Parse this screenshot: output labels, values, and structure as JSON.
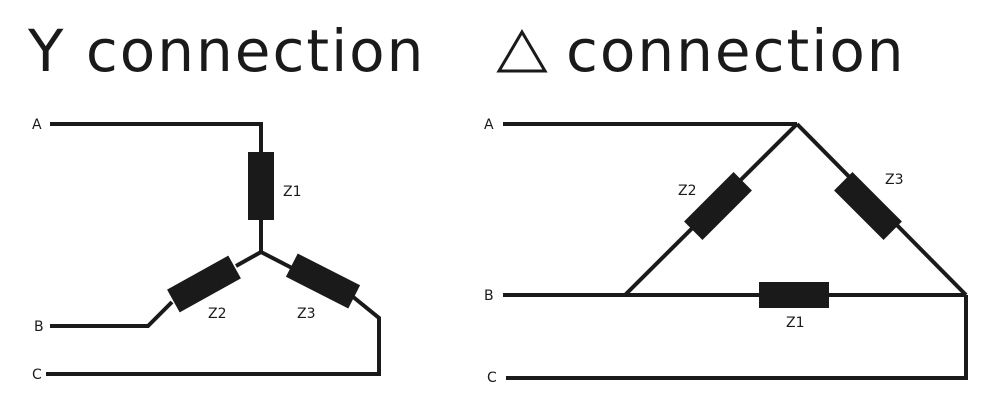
{
  "y_panel": {
    "title": "Y connection",
    "terminals": {
      "a": "A",
      "b": "B",
      "c": "C"
    },
    "impedances": {
      "z1": "Z1",
      "z2": "Z2",
      "z3": "Z3"
    }
  },
  "delta_panel": {
    "title_word": "connection",
    "title_symbol": "triangle-symbol",
    "terminals": {
      "a": "A",
      "b": "B",
      "c": "C"
    },
    "impedances": {
      "z1": "Z1",
      "z2": "Z2",
      "z3": "Z3"
    }
  },
  "colors": {
    "ink": "#1a1a1a",
    "background": "#ffffff"
  }
}
